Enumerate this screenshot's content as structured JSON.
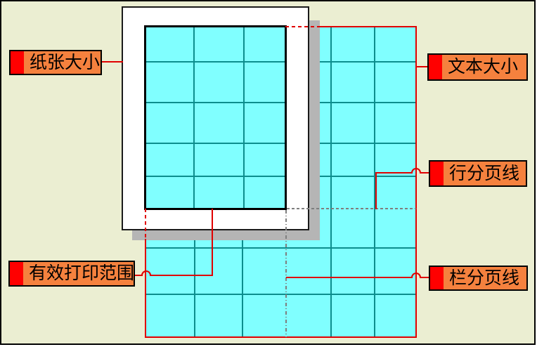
{
  "diagram": {
    "labels": {
      "paper_size": "纸张大小",
      "text_size": "文本大小",
      "row_page_break": "行分页线",
      "column_page_break": "栏分页线",
      "print_range": "有效打印范围"
    },
    "colors": {
      "background": "#EBEED2",
      "frame_border": "#000000",
      "label_fill": "#F5813E",
      "label_marker": "#FF0000",
      "label_border": "#000000",
      "connector": "#E00000",
      "grid_fill": "#80FFFF",
      "grid_line": "#0D8D8D",
      "page_break_line": "#7F7F7F",
      "paper_fill": "#FFFFFF",
      "paper_border": "#1A1A1A",
      "paper_shadow": "#B5B5B5"
    }
  }
}
